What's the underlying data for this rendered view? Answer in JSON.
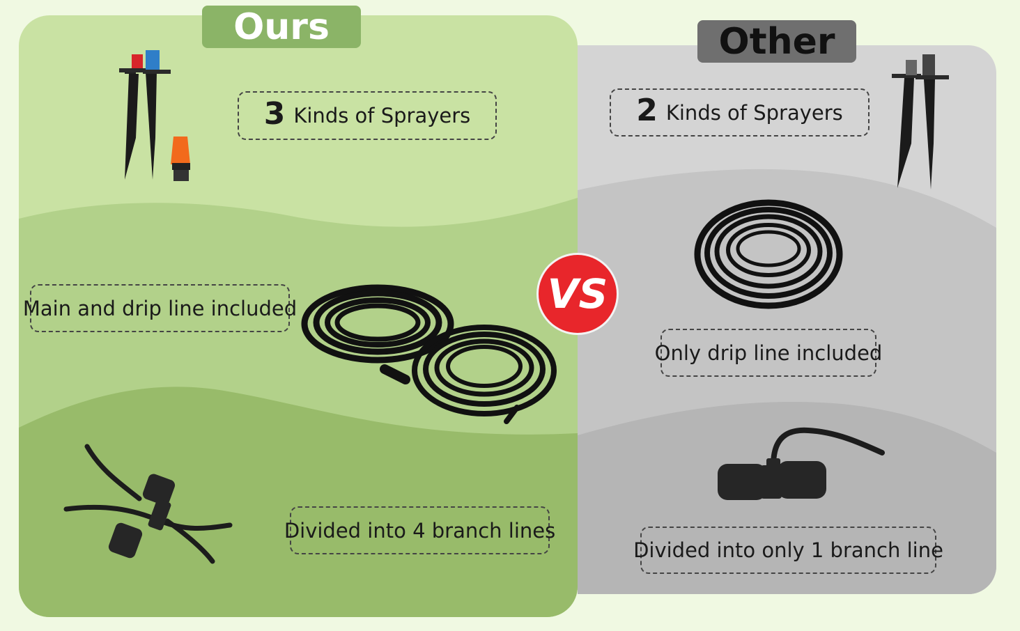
{
  "ours": {
    "title": "Ours",
    "sprayer_count": "3",
    "sprayer_text": "Kinds of Sprayers",
    "line_text": "Main and drip line included",
    "branch_text": "Divided into 4 branch lines"
  },
  "other": {
    "title": "Other",
    "sprayer_count": "2",
    "sprayer_text": "Kinds of Sprayers",
    "line_text": "Only drip line included",
    "branch_text": "Divided into only 1 branch line"
  },
  "vs_label": "VS",
  "colors": {
    "ours_bg_top": "#c9e2a3",
    "ours_bg_mid": "#b2d18a",
    "ours_bg_bottom": "#98bb6a",
    "ours_tag": "#8bb467",
    "other_bg_top": "#d4d4d4",
    "other_bg_mid": "#c4c4c4",
    "other_bg_bottom": "#b5b5b5",
    "other_tag": "#6f6f6f",
    "vs_badge": "#e8262b"
  },
  "icons": [
    "sprayer-stakes-icon",
    "tubing-coils-icon",
    "tee-connector-icon"
  ]
}
